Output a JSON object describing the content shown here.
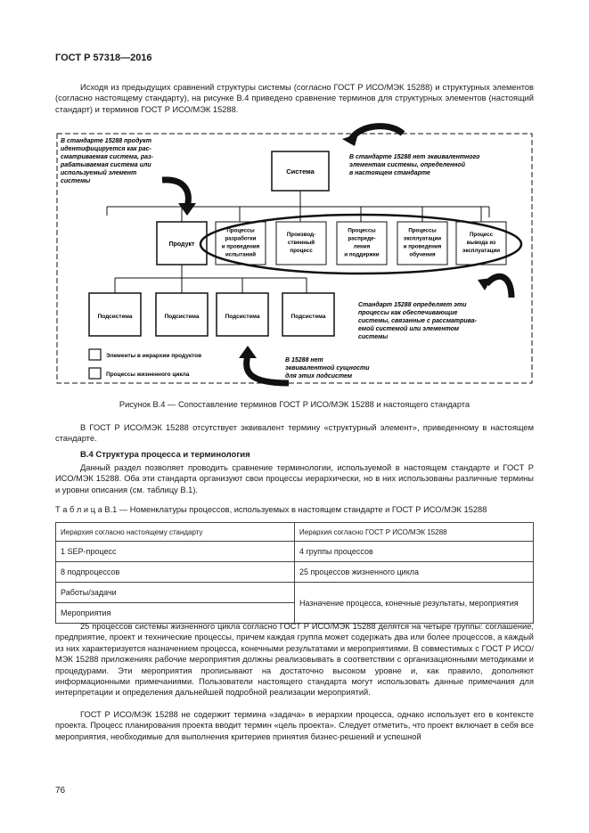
{
  "header": {
    "title": "ГОСТ Р 57318—2016"
  },
  "intro": {
    "text": "Исходя из предыдущих сравнений структуры системы (согласно ГОСТ Р ИСО/МЭК 15288) и структурных элементов (согласно настоящему стандарту), на рисунке В.4 приведено сравнение терминов для структурных элементов (настоящий стандарт) и терминов ГОСТ Р ИСО/МЭК 15288."
  },
  "figure": {
    "caption": "Рисунок В.4 — Сопоставление терминов ГОСТ Р ИСО/МЭК 15288 и настоящего стандарта",
    "note_tl": [
      "В стандарте 15288 продукт",
      "идентифицируется как рас-",
      "сматриваемая система, раз-",
      "рабатываемая система или",
      "используемый элемент",
      "системы"
    ],
    "note_tr": [
      "В стандарте 15288 нет эквивалентного",
      "элементам системы, определенной",
      "в настоящем стандарте"
    ],
    "note_mr": [
      "Стандарт 15288 определяет эти",
      "процессы как обеспечивающие",
      "системы, связанные с рассматрива-",
      "емой системой или элементом",
      "системы"
    ],
    "note_br": [
      "В 15288 нет",
      "эквивалентной сущности",
      "для этих подсистем"
    ],
    "system_label": "Система",
    "product_label": "Продукт",
    "processes": [
      [
        "Процессы",
        "разработки",
        "и проведения",
        "испытаний"
      ],
      [
        "Производ-",
        "ственный",
        "процесс"
      ],
      [
        "Процессы",
        "распреде-",
        "ления",
        "и поддержки"
      ],
      [
        "Процессы",
        "эксплуатации",
        "и проведения",
        "обучения"
      ],
      [
        "Процесс",
        "вывода из",
        "эксплуатации"
      ]
    ],
    "subsystems": [
      "Подсистема",
      "Подсистема",
      "Подсистема",
      "Подсистема"
    ],
    "legend": {
      "box_label": "Элементы в иерархии продуктов",
      "ellipse_label": "Процессы жизненного цикла"
    }
  },
  "p_after_fig": {
    "text": "В ГОСТ Р ИСО/МЭК 15288 отсутствует эквивалент термину «структурный элемент», приведенному в настоящем стандарте."
  },
  "section": {
    "title": "В.4 Структура процесса и терминология",
    "text": "Данный раздел позволяет проводить сравнение терминологии, используемой в настоящем стандарте и ГОСТ Р ИСО/МЭК 15288. Оба эти стандарта организуют свои процессы иерархически, но в них использованы различные термины и уровни описания (см. таблицу В.1)."
  },
  "table": {
    "caption_prefix": "Т а б л и ц а",
    "caption": "В.1 — Номенклатуры процессов, используемых в настоящем стандарте и ГОСТ Р ИСО/МЭК 15288",
    "headers": [
      "Иерархия согласно настоящему стандарту",
      "Иерархия согласно ГОСТ Р ИСО/МЭК 15288"
    ],
    "rows": [
      [
        "1 SEP-процесс",
        "4 группы процессов"
      ],
      [
        "8 подпроцессов",
        "25 процессов жизненного цикла"
      ],
      [
        "Работы/задачи",
        "Назначение процесса, конечные результаты, мероприятия"
      ],
      [
        "Мероприятия",
        ""
      ]
    ]
  },
  "p1": {
    "text": "25 процессов системы жизненного цикла согласно ГОСТ Р ИСО/МЭК 15288 делятся на четыре группы: соглашение, предприятие, проект и технические процессы, причем каждая группа может содержать два или более процессов, а каждый из них характеризуется назначением процесса, конечными результатами и мероприятиями. В совместимых с ГОСТ Р ИСО/МЭК 15288 приложениях рабочие мероприятия должны реализовывать в соответствии с организационными методиками и процедурами. Эти мероприятия прописывают на достаточно высоком уровне и, как правило, дополняют информационными примечаниями. Пользователи настоящего стандарта могут использовать данные примечания для интерпретации и определения дальнейшей подробной реализации мероприятий."
  },
  "p2": {
    "text": "ГОСТ Р ИСО/МЭК 15288 не содержит термина «задача» в иерархии процесса, однако использует его в контексте проекта. Процесс планирования проекта вводит термин «цель проекта». Следует отметить, что проект включает в себя все мероприятия, необходимые для выполнения критериев принятия бизнес-решений и успешной"
  },
  "page_number": "76"
}
